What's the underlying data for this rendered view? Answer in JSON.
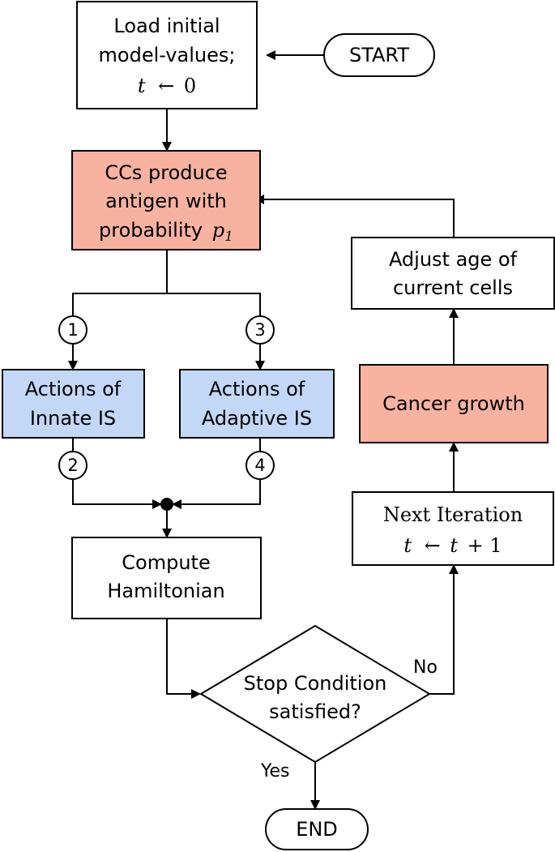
{
  "colors": {
    "salmon": "#f7b2a0",
    "blue": "#c3d7f7",
    "white": "#ffffff",
    "stroke": "#000000"
  },
  "nodes": {
    "load": {
      "line1": "Load initial",
      "line2": "model-values;",
      "var": "t",
      "arrow": "←",
      "value": "0"
    },
    "start": {
      "label": "START"
    },
    "ccs": {
      "line1": "CCs produce",
      "line2": "antigen with",
      "line3": "probability",
      "prob_var": "p",
      "prob_sub": "1"
    },
    "innate": {
      "line1": "Actions of",
      "line2": "Innate IS"
    },
    "adaptive": {
      "line1": "Actions of",
      "line2": "Adaptive IS"
    },
    "hamiltonian": {
      "line1": "Compute",
      "line2": "Hamiltonian"
    },
    "decision": {
      "line1": "Stop Condition",
      "line2": "satisfied?"
    },
    "end": {
      "label": "END"
    },
    "next": {
      "line1": "Next Iteration",
      "var": "t",
      "arrow": "←",
      "rhs_var": "t",
      "rhs_rest": "+ 1"
    },
    "growth": {
      "label": "Cancer growth"
    },
    "adjust": {
      "line1": "Adjust age of",
      "line2": "current cells"
    }
  },
  "connectors": {
    "c1": "1",
    "c2": "2",
    "c3": "3",
    "c4": "4"
  },
  "edges": {
    "yes": "Yes",
    "no": "No"
  }
}
